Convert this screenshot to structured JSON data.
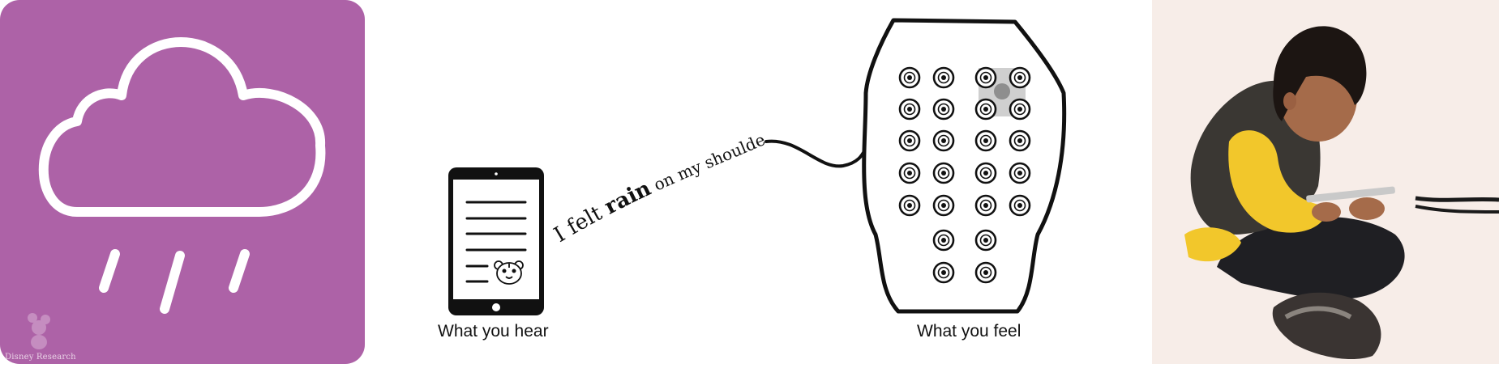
{
  "rain_icon": {
    "icon": "rain-cloud-icon",
    "background_color": "#ad62a7"
  },
  "logo": {
    "text": "Disney Research"
  },
  "tablet": {
    "icon": "tablet-icon",
    "story_icon": "tiger-face-icon"
  },
  "speech": {
    "text_before": "I felt ",
    "text_bold": "rain",
    "text_after": " on my shoulder"
  },
  "captions": {
    "hear": "What you hear",
    "feel": "What you feel"
  },
  "vest": {
    "icon": "haptic-vest-icon",
    "active_actuator": "highlighted"
  },
  "photo": {
    "subject": "child-with-tablet-photo"
  }
}
